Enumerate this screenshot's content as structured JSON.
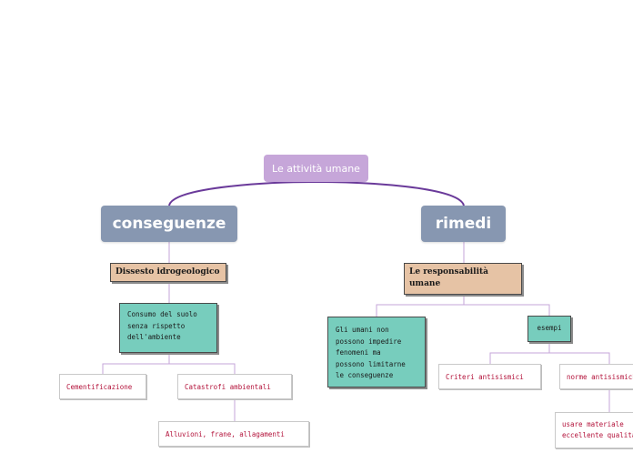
{
  "map": {
    "root": "Le attività umane",
    "consequences": {
      "title": "conseguenze",
      "topic": "Dissesto idrogeologico",
      "detail": [
        "Consumo del suolo",
        "senza rispetto",
        "dell'ambiente"
      ],
      "leaves": [
        "Cementificazione",
        "Catastrofi ambientali"
      ],
      "subleaf": "Alluvioni, frane, allagamenti"
    },
    "remedies": {
      "title": "rimedi",
      "topic": [
        "Le responsabilità",
        "umane"
      ],
      "detail": [
        "Gli umani non",
        "possono impedire",
        "fenomeni ma",
        "possono limitarne",
        "le conseguenze"
      ],
      "examples_label": "esempi",
      "examples": [
        "Criteri antisismici",
        "norme antisismiche"
      ],
      "subleaf": [
        "usare materiale",
        "eccellente qualità"
      ]
    }
  },
  "colors": {
    "root": "#c6a6d9",
    "main": "#8797b1",
    "topic": "#e6c3a5",
    "detail": "#77cdbd",
    "leaf_text": "#b3123a",
    "link_main": "#6a3a9a",
    "link_minor": "#c6a6d9"
  }
}
